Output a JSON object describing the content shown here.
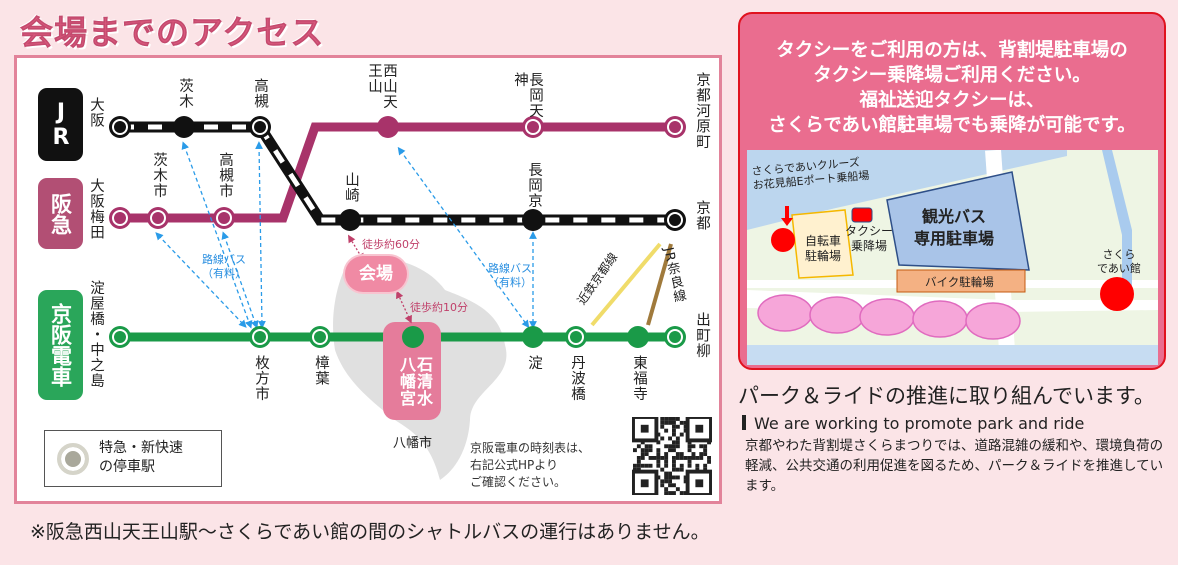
{
  "title": "会場までのアクセス",
  "lines": {
    "jr": {
      "label": "JR",
      "color": "#111111",
      "stations": [
        {
          "name": "大阪",
          "express": true
        },
        {
          "name": "茨木",
          "express": false
        },
        {
          "name": "高槻",
          "express": true
        },
        {
          "name": "山崎",
          "express": false
        },
        {
          "name": "長岡京",
          "express": false
        },
        {
          "name": "京都",
          "express": true
        }
      ]
    },
    "hankyu": {
      "label": "阪急",
      "color": "#a8336a",
      "stations": [
        {
          "name": "大阪梅田",
          "express": true
        },
        {
          "name": "茨木市",
          "express": true
        },
        {
          "name": "高槻市",
          "express": true
        },
        {
          "name": "西山天王山",
          "express": false
        },
        {
          "name": "長岡天神",
          "express": true
        },
        {
          "name": "京都河原町",
          "express": true
        }
      ]
    },
    "keihan": {
      "label": "京阪電車",
      "color": "#1a9a48",
      "stations": [
        {
          "name": "淀屋橋・中之島",
          "express": true
        },
        {
          "name": "枚方市",
          "express": true
        },
        {
          "name": "樟葉",
          "express": true
        },
        {
          "name": "石清水八幡宮",
          "express": false
        },
        {
          "name": "淀",
          "express": false
        },
        {
          "name": "丹波橋",
          "express": true
        },
        {
          "name": "東福寺",
          "express": false
        },
        {
          "name": "出町柳",
          "express": true
        }
      ]
    }
  },
  "other_lines": {
    "kintetsu": "近鉄京都線",
    "jr_nara": "JR奈良線"
  },
  "venue": "会場",
  "walk_60": "徒歩約60分",
  "walk_10": "徒歩約10分",
  "bus_label": "路線バス",
  "bus_paid": "（有料）",
  "yawata_city": "八幡市",
  "legend": {
    "line1": "特急・新快速",
    "line2": "の停車駅"
  },
  "timetable_note": [
    "京阪電車の時刻表は、",
    "右記公式HPより",
    "ご確認ください。"
  ],
  "footer_note": "※阪急西山天王山駅～さくらであい館の間のシャトルバスの運行はありません。",
  "taxi_box": {
    "lines": [
      "タクシーをご利用の方は、背割堤駐車場の",
      "タクシー乗降場ご利用ください。",
      "福祉送迎タクシーは、",
      "さくらであい館駐車場でも乗降が可能です。"
    ],
    "map": {
      "boat_label": [
        "さくらであいクルーズ",
        "お花見船Eポート乗船場"
      ],
      "bicycle_parking": [
        "自転車",
        "駐輪場"
      ],
      "taxi_stand": [
        "タクシー",
        "乗降場"
      ],
      "bus_parking": [
        "観光バス",
        "専用駐車場"
      ],
      "bike_parking": "バイク駐輪場",
      "sakura_deaikan": [
        "さくら",
        "であい館"
      ]
    }
  },
  "park_ride": {
    "heading": "パーク＆ライドの推進に取り組んでいます。",
    "english": "We are working to promote park and ride",
    "body": "京都やわた背割堤さくらまつりでは、道路混雑の緩和や、環境負荷の軽減、公共交通の利用促進を図るため、パーク＆ライドを推進しています。"
  },
  "colors": {
    "accent": "#ea6d8f",
    "title": "#d8587c",
    "background": "#fbe4e7"
  }
}
